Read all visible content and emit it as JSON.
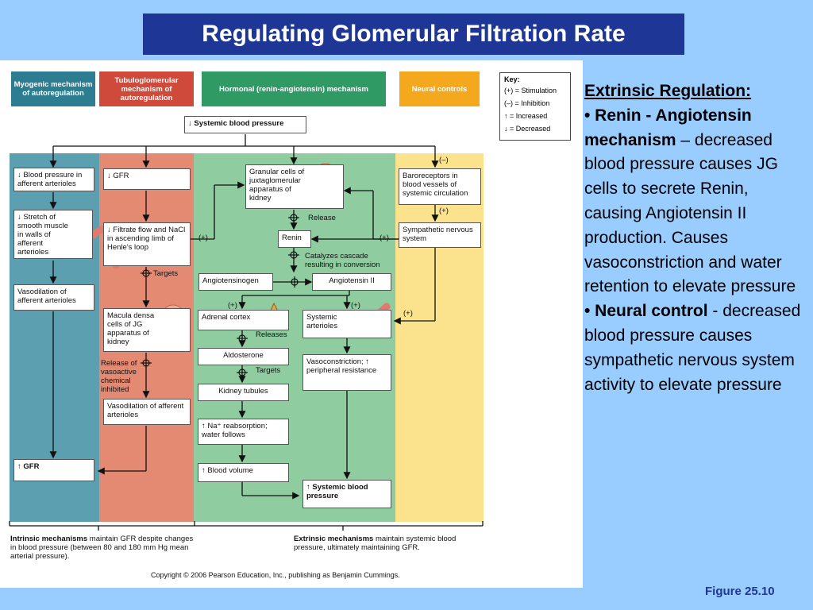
{
  "title": "Regulating Glomerular Filtration Rate",
  "figure": {
    "headers": {
      "myogenic": "Myogenic mechanism of autoregulation",
      "tubulo": "Tubuloglomerular mechanism of autoregulation",
      "hormonal": "Hormonal (renin-angiotensin) mechanism",
      "neural": "Neural controls"
    },
    "key": {
      "title": "Key:",
      "stimulation": "(+) = Stimulation",
      "inhibition": "(–) = Inhibition",
      "increased": "= Increased",
      "decreased": "= Decreased"
    },
    "systemic_bp": "↓ Systemic blood pressure",
    "myogenic_boxes": {
      "bp_afferent": "↓ Blood pressure in afferent arterioles",
      "stretch": "↓ Stretch of smooth muscle in walls of afferent arterioles",
      "vasodilation": "Vasodilation of afferent arterioles",
      "gfr_up": "↑ GFR"
    },
    "tubulo_boxes": {
      "gfr_down": "↓ GFR",
      "filtrate": "↓ Filtrate flow and NaCl in ascending limb of Henle's loop",
      "macula": "Macula densa cells of JG apparatus of kidney",
      "vasodilation": "Vasodilation of afferent arterioles"
    },
    "tubulo_labels": {
      "targets": "Targets",
      "release": "Release of vasoactive chemical inhibited"
    },
    "hormonal_boxes": {
      "granular": "Granular cells of juxtaglomerular apparatus of kidney",
      "renin": "Renin",
      "angiotensinogen": "Angiotensinogen",
      "angiotensin2": "Angiotensin II",
      "adrenal": "Adrenal cortex",
      "aldosterone": "Aldosterone",
      "kidney_tubules": "Kidney tubules",
      "na_reabsorption": "↑ Na⁺ reabsorption; water follows",
      "blood_volume": "↑ Blood volume",
      "systemic_arterioles": "Systemic arterioles",
      "vasoconstriction": "Vasoconstriction; ↑ peripheral resistance",
      "systemic_bp_up": "↑ Systemic blood pressure"
    },
    "hormonal_labels": {
      "release": "Release",
      "catalyzes": "Catalyzes cascade resulting in conversion",
      "releases": "Releases",
      "targets": "Targets",
      "plus1": "(+)",
      "plus2": "(+)",
      "plus3": "(+)",
      "plus4": "(+)",
      "plus5": "(+)"
    },
    "neural_boxes": {
      "baroreceptors": "Baroreceptors in blood vessels of systemic circulation",
      "sympathetic": "Sympathetic nervous system"
    },
    "neural_labels": {
      "minus": "(–)",
      "plus_a": "(+)",
      "plus_b": "(+)"
    },
    "intrinsic_note": "Intrinsic mechanisms maintain GFR despite changes in blood pressure (between 80 and 180 mm Hg mean arterial pressure).",
    "intrinsic_bold": "Intrinsic mechanisms",
    "intrinsic_rest": " maintain GFR despite changes in blood pressure (between 80 and 180 mm Hg mean arterial pressure).",
    "extrinsic_bold": "Extrinsic mechanisms",
    "extrinsic_rest": " maintain systemic blood pressure, ultimately maintaining GFR.",
    "copyright": "Copyright © 2006 Pearson Education, Inc., publishing as Benjamin Cummings."
  },
  "side": {
    "heading": "Extrinsic Regulation:",
    "bullet1_bold": "• Renin - Angiotensin mechanism",
    "bullet1_rest": " – decreased blood pressure causes JG cells to secrete Renin, causing Angiotensin II production. Causes vasoconstriction and water retention to elevate pressure",
    "bullet2_bold": "• Neural control",
    "bullet2_rest": " - decreased blood pressure causes sympathetic nervous system activity to elevate pressure"
  },
  "figure_label": "Figure 25.10",
  "colors": {
    "myogenic": "#5b9fb0",
    "tubulo": "#e48a72",
    "hormonal": "#8fcca0",
    "neural": "#fbe38e",
    "hdr_myogenic": "#2c7d92",
    "hdr_tubulo": "#d04a3c",
    "hdr_hormonal": "#2f9a64",
    "hdr_neural": "#f4a81d",
    "title_bg": "#1e3796",
    "slide_bg": "#99ccff"
  }
}
